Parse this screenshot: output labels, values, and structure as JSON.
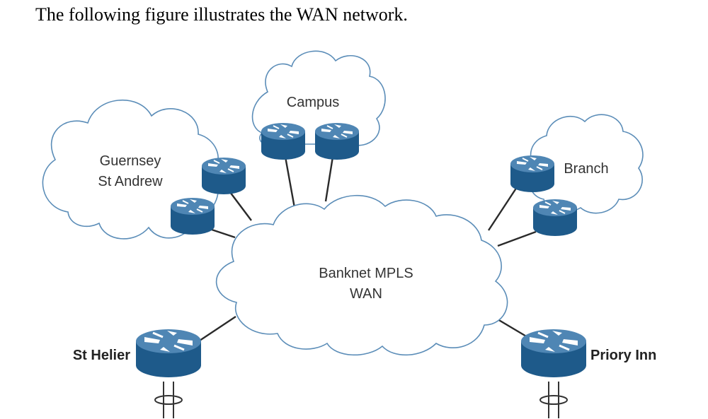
{
  "heading": "The following figure illustrates the WAN network.",
  "colors": {
    "cloud_outline": "#5b8db8",
    "router_top": "#4f86b4",
    "router_side": "#1e5a8a",
    "link": "#2a2a2a"
  },
  "diagram": {
    "clouds": {
      "campus": {
        "label": "Campus"
      },
      "guernsey": {
        "label_line1": "Guernsey",
        "label_line2": "St Andrew"
      },
      "branch": {
        "label": "Branch"
      },
      "wan": {
        "label_line1": "Banknet MPLS",
        "label_line2": "WAN"
      }
    },
    "sites": {
      "st_helier": {
        "label": "St Helier"
      },
      "priory_inn": {
        "label": "Priory Inn"
      }
    },
    "icons": {
      "router": "router-icon",
      "switch_symbol": "layer3-switch-symbol-icon"
    }
  }
}
